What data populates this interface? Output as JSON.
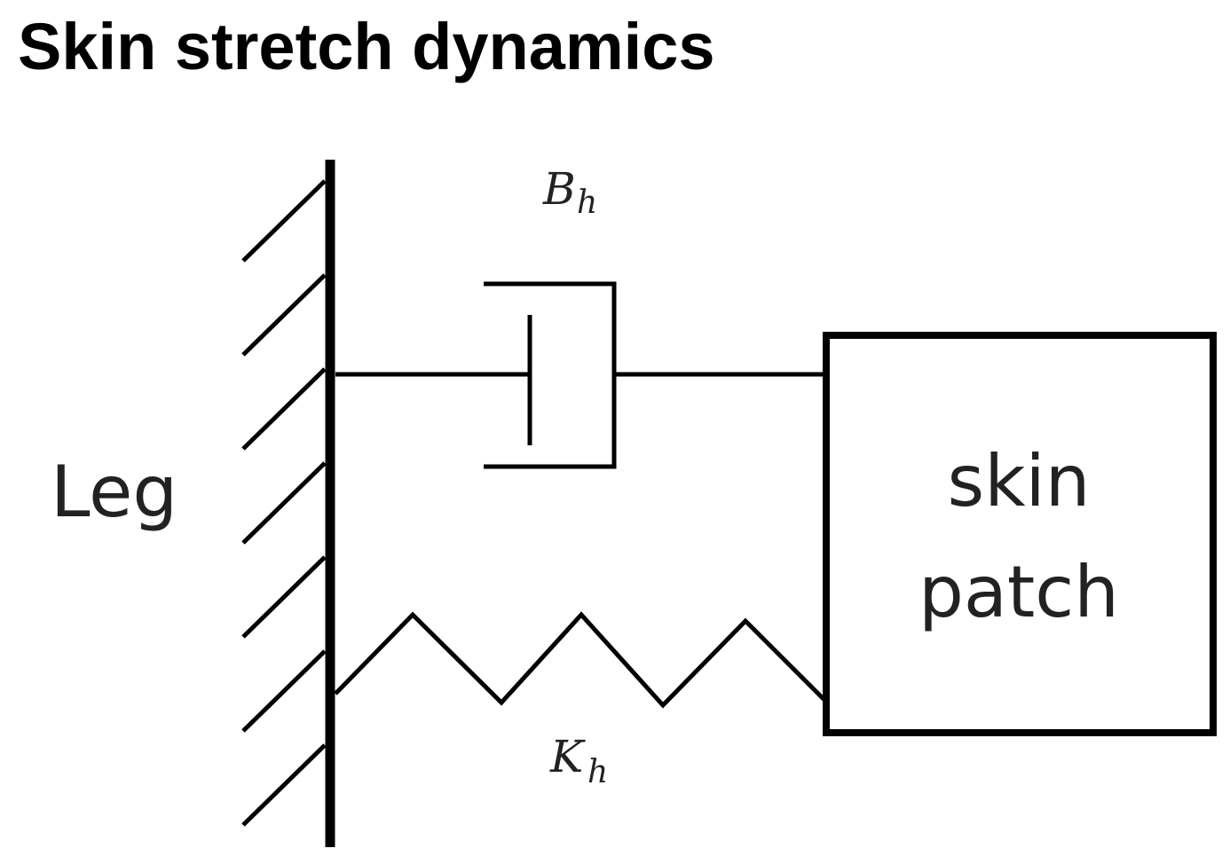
{
  "title": "Skin stretch dynamics",
  "labels": {
    "leg": "Leg",
    "mass_line1": "skin",
    "mass_line2": "patch",
    "damper_symbol": "B",
    "damper_subscript": "h",
    "spring_symbol": "K",
    "spring_subscript": "h"
  }
}
